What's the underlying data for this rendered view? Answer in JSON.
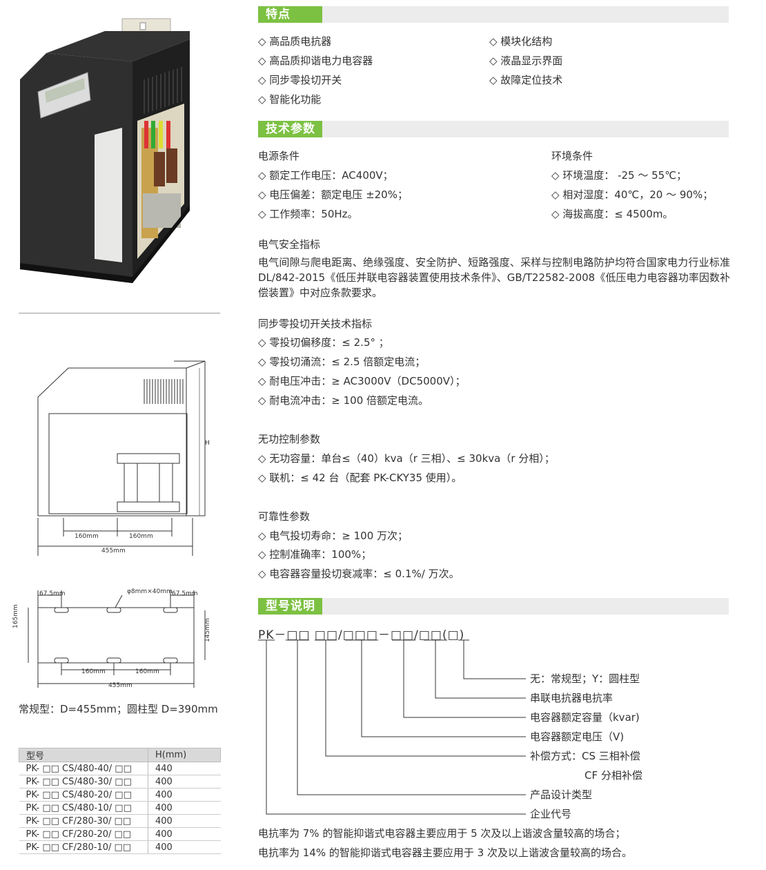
{
  "features": {
    "title": "特点",
    "left": [
      "◇ 高品质电抗器",
      "◇ 高品质抑谐电力电容器",
      "◇ 同步零投切开关",
      "◇ 智能化功能"
    ],
    "right": [
      "◇ 模块化结构",
      "◇ 液晶显示界面",
      "◇ 故障定位技术"
    ]
  },
  "tech": {
    "title": "技术参数",
    "power": {
      "heading": "电源条件",
      "items": [
        "◇ 额定工作电压：AC400V；",
        "◇ 电压偏差：额定电压 ±20%；",
        "◇ 工作频率：50Hz。"
      ]
    },
    "env": {
      "heading": "环境条件",
      "items": [
        "◇ 环境温度： -25 ～ 55℃；",
        "◇ 相对湿度：40℃，20 ～ 90%；",
        "◇ 海拔高度：≤ 4500m。"
      ]
    },
    "safety": {
      "heading": "电气安全指标",
      "text": "电气间隙与爬电距离、绝缘强度、安全防护、短路强度、采样与控制电路防护均符合国家电力行业标准 DL/842-2015《低压并联电容器装置使用技术条件》、GB/T22582-2008《低压电力电容器功率因数补偿装置》中对应条款要求。"
    },
    "switch": {
      "heading": "同步零投切开关技术指标",
      "items": [
        "◇ 零投切偏移度：≤ 2.5° ；",
        "◇ 零投切涌流：≤ 2.5 倍额定电流；",
        "◇ 耐电压冲击：≥ AC3000V（DC5000V）；",
        "◇ 耐电流冲击：≥ 100 倍额定电流。"
      ]
    },
    "reactive": {
      "heading": "无功控制参数",
      "items": [
        "◇ 无功容量：单台≤（40）kva（r 三相）、≤ 30kva（r 分相）；",
        "◇ 联机：≤ 42 台（配套 PK-CKY35 使用）。"
      ]
    },
    "reliability": {
      "heading": "可靠性参数",
      "items": [
        "◇ 电气投切寿命：≥ 100 万次；",
        "◇ 控制准确率：100%；",
        "◇ 电容器容量投切衰减率：≤ 0.1%/ 万次。"
      ]
    }
  },
  "model": {
    "title": "型号说明",
    "code": "PK－□□ □□/□□□－□□/□□(□)",
    "labels": [
      "无：常规型；Y：圆柱型",
      "串联电抗器电抗率",
      "电容器额定容量（kvar)",
      "电容器额定电压（V)",
      "补偿方式：CS 三相补偿",
      "CF 分相补偿",
      "产品设计类型",
      "企业代号"
    ],
    "notes": [
      "电抗率为 7% 的智能抑谐式电容器主要应用于 5 次及以上谐波含量较高的场合；",
      "电抗率为 14% 的智能抑谐式电容器主要应用于 3 次及以上谐波含量较高的场合。"
    ]
  },
  "drawing": {
    "front_dims": [
      "160mm",
      "160mm",
      "455mm"
    ],
    "front_h": "H",
    "base_dims": [
      "67.5mm",
      "φ8mm×40mm",
      "67.5mm",
      "165mm",
      "145mm",
      "160mm",
      "160mm",
      "455mm"
    ],
    "caption": "常规型：D=455mm；圆柱型 D=390mm"
  },
  "table": {
    "headers": [
      "型号",
      "H(mm)"
    ],
    "rows": [
      [
        "PK- □□ CS/480-40/ □□",
        "440"
      ],
      [
        "PK- □□ CS/480-30/ □□",
        "400"
      ],
      [
        "PK- □□ CS/480-20/ □□",
        "400"
      ],
      [
        "PK- □□ CS/480-10/ □□",
        "400"
      ],
      [
        "PK- □□ CF/280-30/ □□",
        "400"
      ],
      [
        "PK- □□ CF/280-20/ □□",
        "400"
      ],
      [
        "PK- □□ CF/280-10/ □□",
        "400"
      ]
    ]
  },
  "colors": {
    "accent": "#7cc142",
    "header_bg": "#ececec"
  }
}
